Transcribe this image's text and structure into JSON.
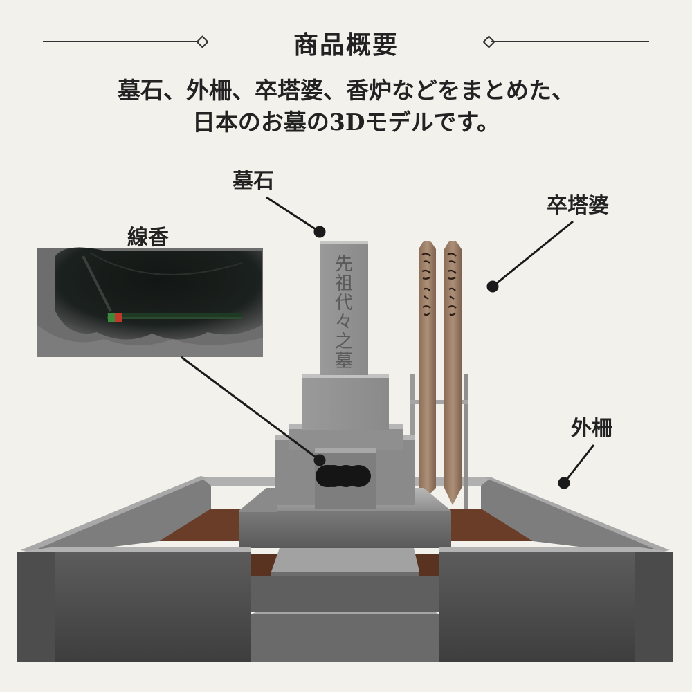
{
  "header": {
    "title": "商品概要",
    "description_line1": "墓石、外柵、卒塔婆、香炉などをまとめた、",
    "description_line2": "日本のお墓の3Dモデルです。"
  },
  "labels": {
    "gravestone": "墓石",
    "incense": "線香",
    "sotoba": "卒塔婆",
    "fence": "外柵"
  },
  "stone_inscription": [
    "先",
    "祖",
    "代",
    "々",
    "之",
    "墓"
  ],
  "colors": {
    "background": "#f2f1ec",
    "granite": "#8e8e8e",
    "soil": "#6a3d28",
    "wood": "#a0826a"
  }
}
